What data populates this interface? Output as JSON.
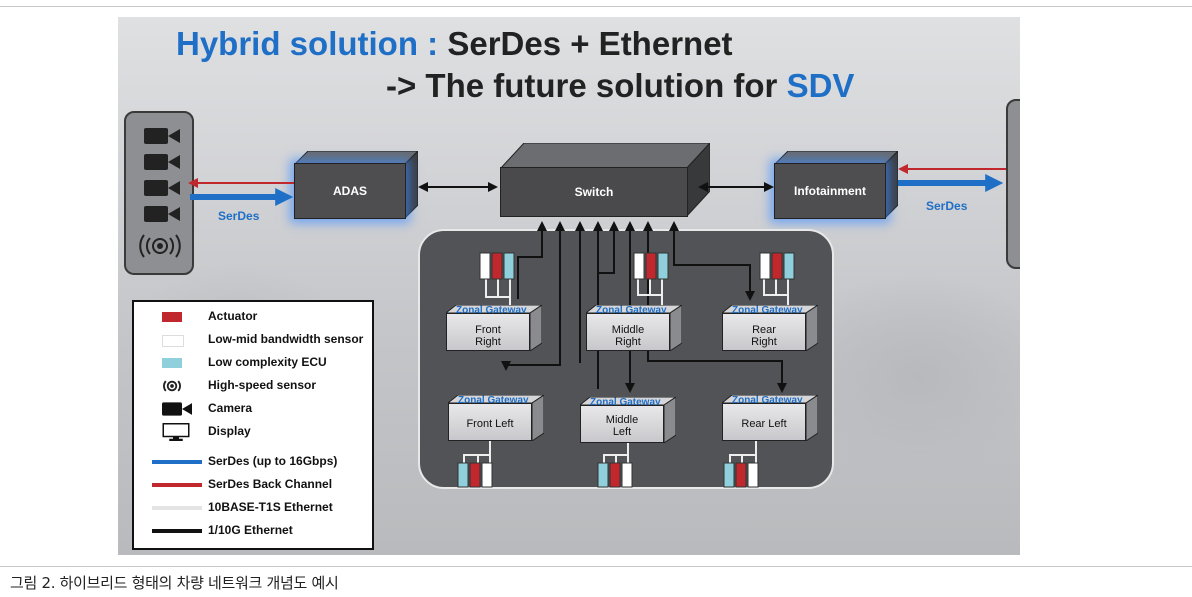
{
  "title": {
    "line1_blue": "Hybrid solution :",
    "line1_dark": " SerDes + Ethernet",
    "line2_dark": "-> The future solution for ",
    "line2_blue": "SDV"
  },
  "nodes": {
    "adas": "ADAS",
    "switch": "Switch",
    "infotainment": "Infotainment"
  },
  "link_labels": {
    "serdes_left": "SerDes",
    "serdes_right": "SerDes"
  },
  "zonal_gateway_label": "Zonal Gateway",
  "zonal_gateways": [
    {
      "name_line1": "Front",
      "name_line2": "Right"
    },
    {
      "name_line1": "Middle",
      "name_line2": "Right"
    },
    {
      "name_line1": "Rear",
      "name_line2": "Right"
    },
    {
      "name_line1": "Front Left",
      "name_line2": ""
    },
    {
      "name_line1": "Middle",
      "name_line2": "Left"
    },
    {
      "name_line1": "Rear Left",
      "name_line2": ""
    }
  ],
  "legend": [
    {
      "label": "Actuator",
      "kind": "rect",
      "color": "#c0282d"
    },
    {
      "label": "Low-mid bandwidth sensor",
      "kind": "rect",
      "color": "#ffffff"
    },
    {
      "label": "Low complexity ECU",
      "kind": "rect",
      "color": "#8fd0dc"
    },
    {
      "label": "High-speed sensor",
      "kind": "radar-icon"
    },
    {
      "label": "Camera",
      "kind": "camera-icon"
    },
    {
      "label": "Display",
      "kind": "display-icon"
    },
    {
      "label": "SerDes (up to 16Gbps)",
      "kind": "line",
      "color": "#1f6fc6"
    },
    {
      "label": "SerDes Back Channel",
      "kind": "line",
      "color": "#c0282d"
    },
    {
      "label": "10BASE-T1S Ethernet",
      "kind": "line",
      "color": "#eeeeee"
    },
    {
      "label": "1/10G Ethernet",
      "kind": "line",
      "color": "#111111"
    }
  ],
  "caption": "그림 2. 하이브리드 형태의 차량 네트워크 개념도 예시",
  "colors": {
    "serdes": "#1f6fc6",
    "back_channel": "#c0282d",
    "ethernet_10base": "#eeeeee",
    "ethernet_1g": "#111111",
    "actuator": "#c0282d",
    "sensor": "#ffffff",
    "ecu": "#8fd0dc",
    "glow": "#3c8cff"
  }
}
